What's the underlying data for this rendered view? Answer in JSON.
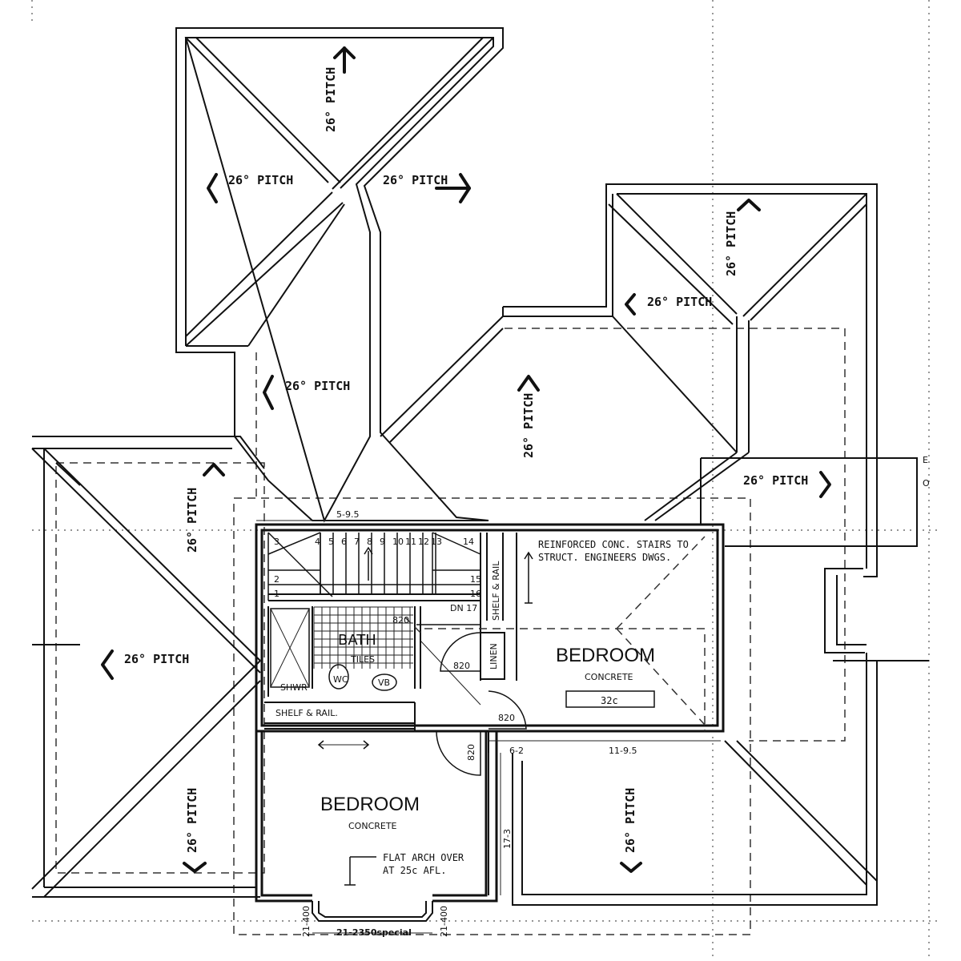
{
  "roof": {
    "pitch_labels": [
      "26° PITCH",
      "26° PITCH",
      "26° PITCH",
      "26° PITCH",
      "26° PITCH",
      "26° PITCH",
      "26° PITCH",
      "26° PITCH",
      "26° PITCH",
      "26° PITCH",
      "26° PITCH",
      "26° PITCH"
    ]
  },
  "rooms": {
    "bedroom_right": {
      "name": "BEDROOM",
      "finish": "CONCRETE",
      "box": "32c"
    },
    "bedroom_left": {
      "name": "BEDROOM",
      "finish": "CONCRETE"
    },
    "bath": {
      "name": "BATH",
      "finish": "TILES",
      "wc": "WC",
      "vb": "VB",
      "shower": "SHWR"
    }
  },
  "stairs": {
    "treads": [
      "1",
      "2",
      "3",
      "4",
      "5",
      "6",
      "7",
      "8",
      "9",
      "10",
      "11",
      "12",
      "13",
      "14",
      "15",
      "16",
      "DN 17"
    ],
    "note": [
      "REINFORCED CONC. STAIRS TO",
      "STRUCT. ENGINEERS DWGS."
    ]
  },
  "labels": {
    "shelf_rail_v": "SHELF & RAIL",
    "shelf_rail_h": "SHELF & RAIL.",
    "linen": "LINEN",
    "arch_note": [
      "FLAT ARCH OVER",
      "AT 25c AFL."
    ]
  },
  "doors": [
    "820",
    "820",
    "820",
    "820"
  ],
  "dimensions": {
    "top": "5-9.5",
    "mid_left": "6-2",
    "mid_right": "11-9.5",
    "vertical": "17-3",
    "bottom_left": "21-400",
    "bottom_mid": "21-2350special",
    "bottom_right": "21-400"
  },
  "edge_text": [
    "E",
    "O"
  ]
}
